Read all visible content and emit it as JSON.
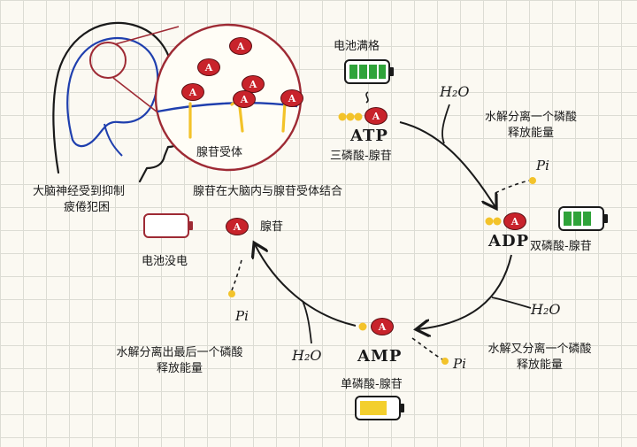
{
  "labels": {
    "brain_caption_1": "大脑神经受到抑制",
    "brain_caption_2": "疲倦犯困",
    "receptor": "腺苷受体",
    "binding": "腺苷在大脑内与腺苷受体结合",
    "battery_full": "电池满格",
    "atp": "ATP",
    "atp_name": "三磷酸-腺苷",
    "adp": "ADP",
    "adp_name": "双磷酸-腺苷",
    "amp": "AMP",
    "amp_name": "单磷酸-腺苷",
    "adenosine": "腺苷",
    "battery_empty": "电池没电",
    "hydrolysis_1_a": "水解分离一个磷酸",
    "hydrolysis_1_b": "释放能量",
    "hydrolysis_2_a": "水解又分离一个磷酸",
    "hydrolysis_2_b": "释放能量",
    "hydrolysis_3_a": "水解分离出最后一个磷酸",
    "hydrolysis_3_b": "释放能量",
    "h2o": "H₂O",
    "pi": "Pi",
    "molecule_letter": "A"
  },
  "colors": {
    "molecule": "#c8232b",
    "phosphate": "#f3c32a",
    "battery_green": "#2fa33a",
    "battery_yellow": "#f3cf2e",
    "outline": "#9e2a34",
    "nerve": "#1f3fae"
  }
}
